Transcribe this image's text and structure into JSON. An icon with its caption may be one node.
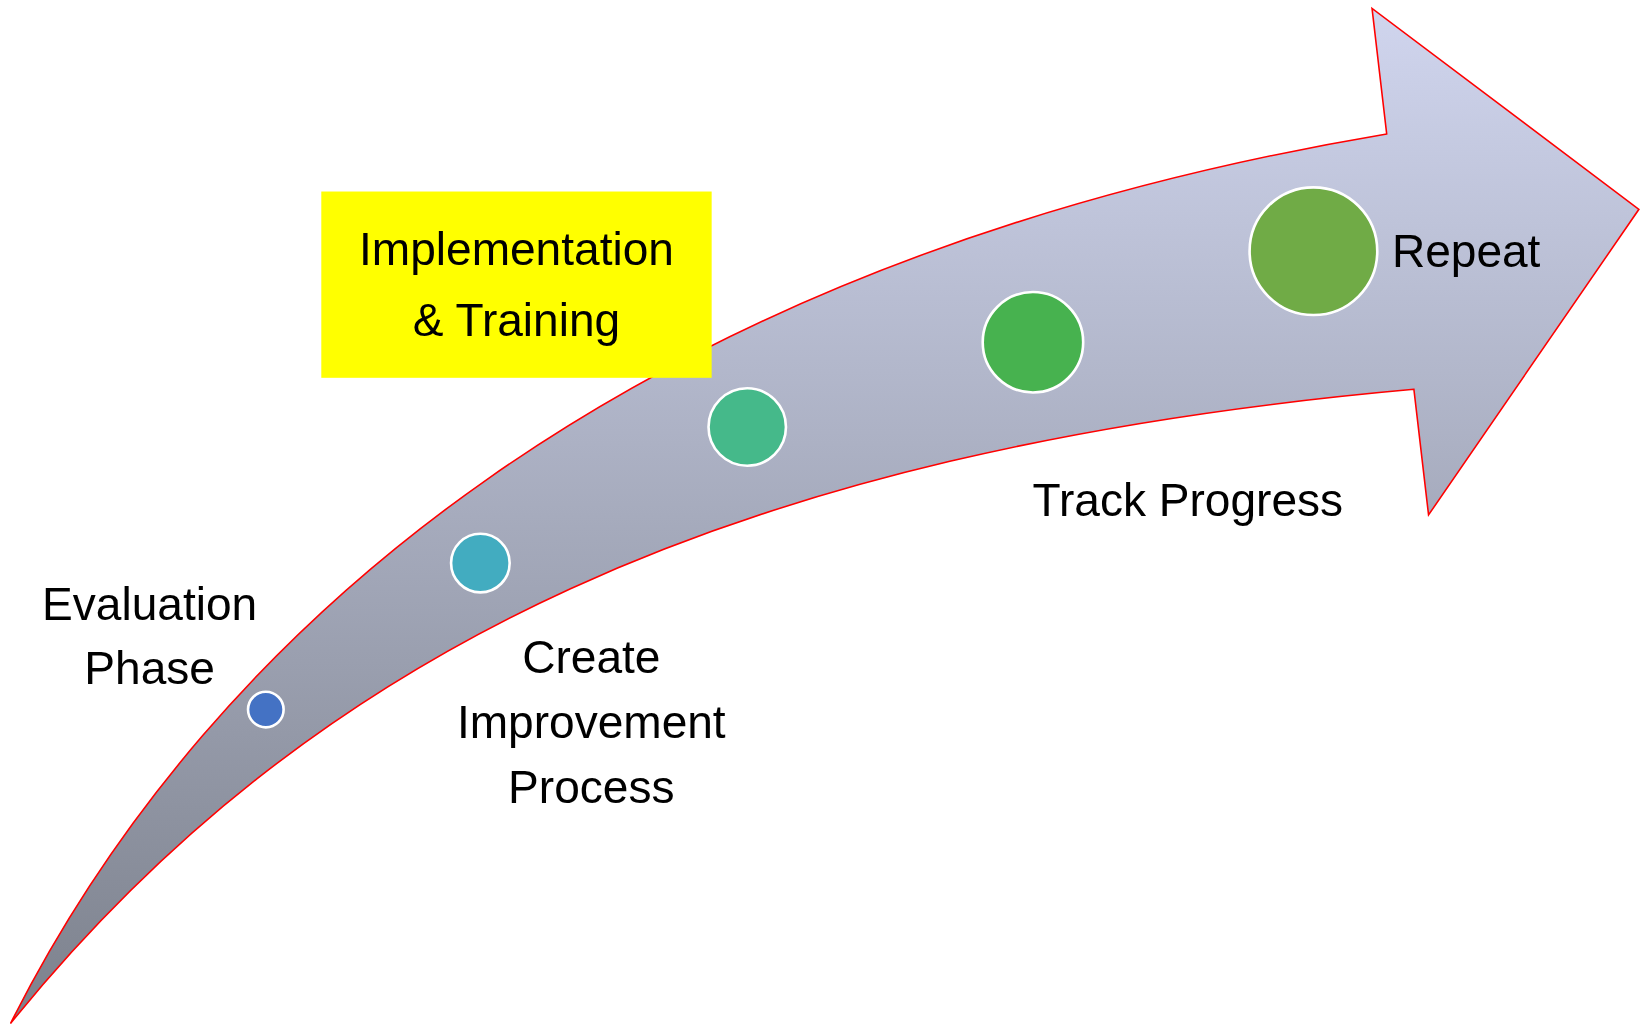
{
  "diagram": {
    "nodes": [
      {
        "text": [],
        "shape": "arrow"
      },
      {
        "text": [],
        "shape": "circle",
        "in": 0,
        "beside": [
          "Evaluation Phase"
        ]
      },
      {
        "text": [],
        "shape": "circle",
        "in": 0,
        "beside": [
          "Create Improvement Process"
        ]
      },
      {
        "text": [],
        "shape": "circle",
        "in": 0
      },
      {
        "text": [],
        "shape": "circle",
        "in": 0,
        "beside": [
          "Track Progress"
        ]
      },
      {
        "text": [],
        "shape": "circle",
        "in": 0,
        "beside": [
          "Repeat"
        ]
      },
      {
        "text": [
          "Implementation & Training"
        ]
      }
    ],
    "edges": []
  }
}
